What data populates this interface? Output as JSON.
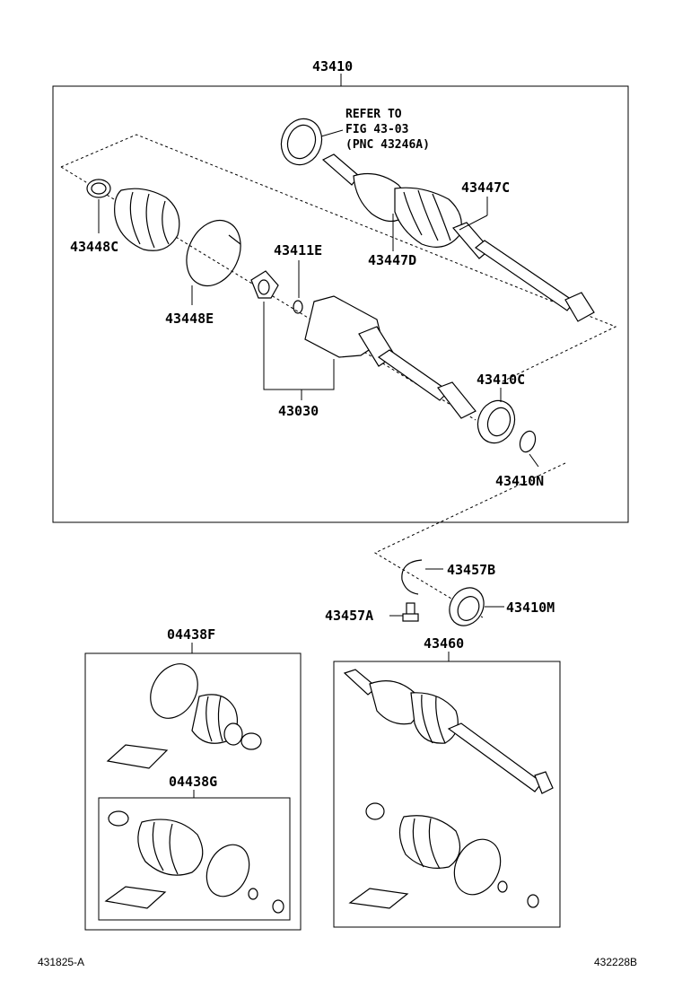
{
  "assembly": {
    "pnc": "43410"
  },
  "refer_note": {
    "line1": "REFER TO",
    "line2": "FIG 43-03",
    "line3": "(PNC 43246A)"
  },
  "labels": {
    "l43447C": "43447C",
    "l43448C": "43448C",
    "l43447D": "43447D",
    "l43411E": "43411E",
    "l43448E": "43448E",
    "l43410C": "43410C",
    "l43030": "43030",
    "l43410N": "43410N",
    "l43457B": "43457B",
    "l43457A": "43457A",
    "l43410M": "43410M",
    "l43460": "43460",
    "l04438F": "04438F",
    "l04438G": "04438G"
  },
  "footer": {
    "left_code": "431825-A",
    "right_code": "432228B"
  }
}
